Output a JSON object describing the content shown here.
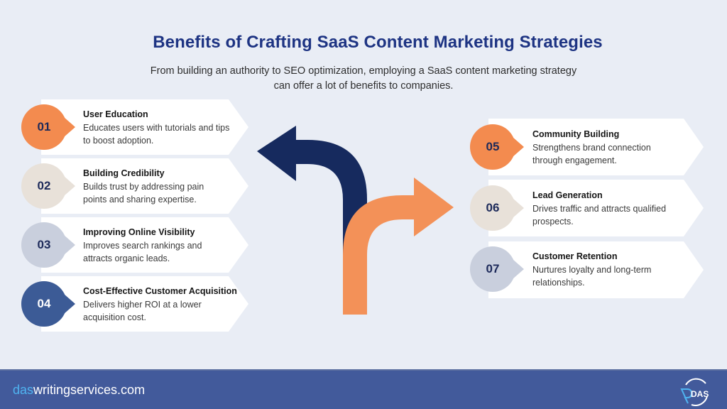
{
  "header": {
    "title": "Benefits of Crafting SaaS Content Marketing Strategies",
    "subtitle_line1": "From building an authority to SEO optimization, employing a SaaS content marketing strategy",
    "subtitle_line2": "can offer a lot of benefits to companies."
  },
  "colors": {
    "background": "#e9edf5",
    "title": "#1e3483",
    "arrow_left": "#162a5e",
    "arrow_right": "#f39158",
    "footer": "#425a9b",
    "footer_accent": "#4fb3f0"
  },
  "left_items": [
    {
      "number": "01",
      "title": "User Education",
      "desc_line1": "Educates users with tutorials and tips",
      "desc_line2": "to boost adoption.",
      "badge_color": "#f38b4f",
      "number_color": "#1d2a5a"
    },
    {
      "number": "02",
      "title": "Building Credibility",
      "desc_line1": "Builds trust by addressing pain",
      "desc_line2": "points and sharing expertise.",
      "badge_color": "#e8e1d9",
      "number_color": "#1d2a5a"
    },
    {
      "number": "03",
      "title": "Improving Online Visibility",
      "desc_line1": "Improves search rankings and",
      "desc_line2": "attracts organic leads.",
      "badge_color": "#c9cfdd",
      "number_color": "#1d2a5a"
    },
    {
      "number": "04",
      "title": "Cost-Effective Customer Acquisition",
      "desc_line1": "Delivers higher ROI at a lower",
      "desc_line2": "acquisition cost.",
      "badge_color": "#3c5b96",
      "number_color": "#ffffff"
    }
  ],
  "right_items": [
    {
      "number": "05",
      "title": "Community Building",
      "desc_line1": "Strengthens brand connection",
      "desc_line2": "through engagement.",
      "badge_color": "#f38b4f",
      "number_color": "#1d2a5a"
    },
    {
      "number": "06",
      "title": "Lead Generation",
      "desc_line1": "Drives traffic and attracts qualified",
      "desc_line2": "prospects.",
      "badge_color": "#e8e1d9",
      "number_color": "#1d2a5a"
    },
    {
      "number": "07",
      "title": "Customer Retention",
      "desc_line1": "Nurtures loyalty and long-term",
      "desc_line2": "relationships.",
      "badge_color": "#c9cfdd",
      "number_color": "#1d2a5a"
    }
  ],
  "footer": {
    "site_accent": "das",
    "site_rest": "writingservices.com",
    "logo_text": "DAS"
  }
}
